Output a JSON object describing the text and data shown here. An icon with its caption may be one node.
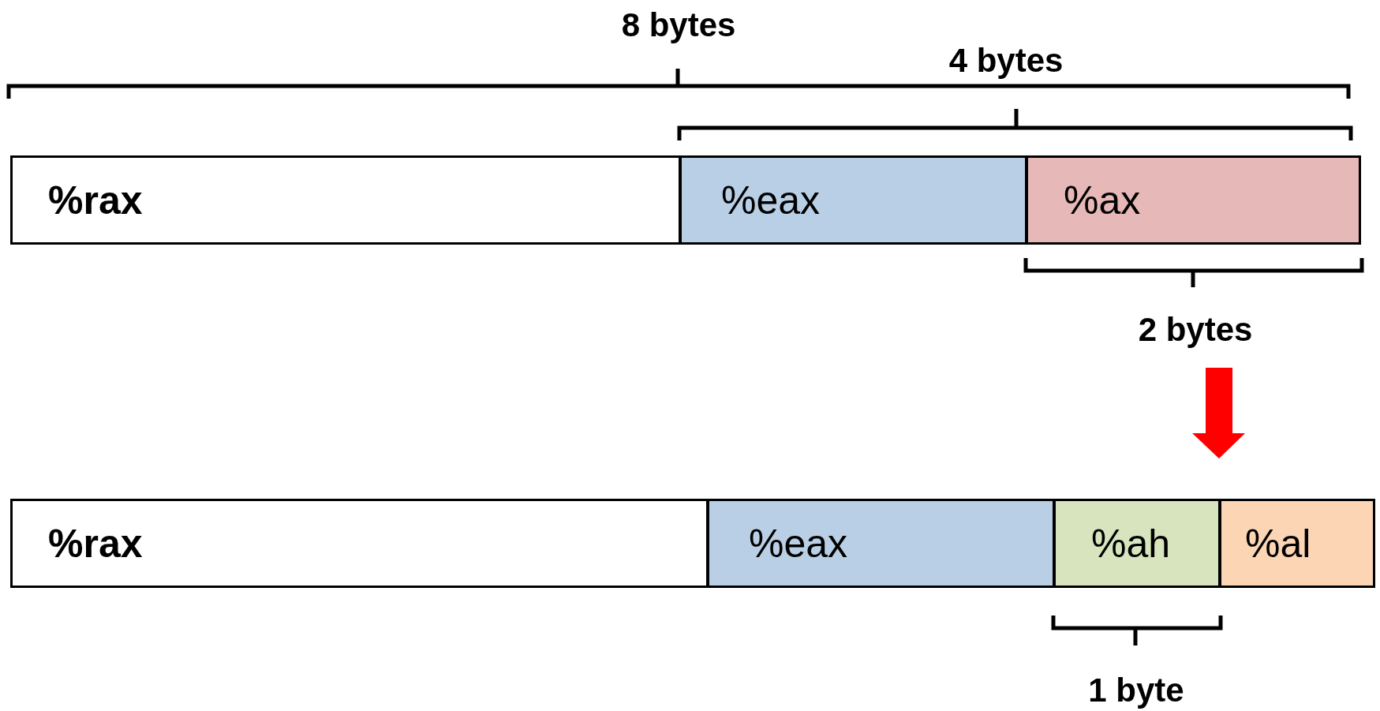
{
  "diagram": {
    "nodes": [
      {
        "text": [
          "%rax"
        ]
      },
      {
        "text": [
          "%eax"
        ]
      },
      {
        "text": [
          "%ax"
        ]
      },
      {
        "text": [
          "%rax"
        ]
      },
      {
        "text": [
          "%eax"
        ]
      },
      {
        "text": [
          "%ah"
        ]
      },
      {
        "text": [
          "%al"
        ]
      }
    ],
    "labels": [
      "8 bytes",
      "4 bytes",
      "2 bytes",
      "1 byte"
    ]
  }
}
